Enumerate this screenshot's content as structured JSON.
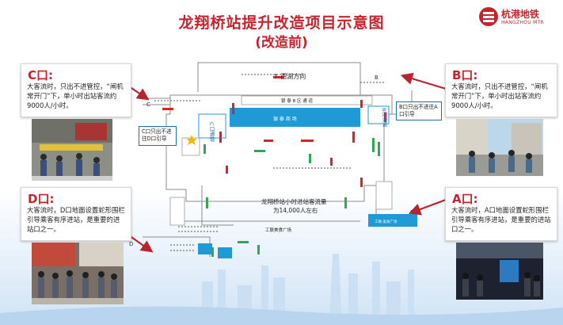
{
  "header": {
    "title": "龙翔桥站提升改造项目示意图",
    "subtitle": "(改造前)",
    "logo_text": "杭港地铁",
    "logo_sub": "HANGZHOU MTR"
  },
  "callouts": {
    "c": {
      "title": "C口:",
      "text": "大客流时，只出不进管控，“闸机常开门”下，单小时出站客流约9000人/小时。"
    },
    "b": {
      "title": "B口:",
      "text": "大客流时，只出不进管控，“闸机常开门”下，单小时出站客流约9000人/小时。"
    },
    "d": {
      "title": "D口:",
      "text": "大客流时，D口地面设置蛇形围栏引导乘客有序进站，是重要的进站口之一。"
    },
    "a": {
      "title": "A口:",
      "text": "大客流时，A口地面设置蛇形围栏引导乘客有序进站，是重要的进站口之一。"
    }
  },
  "map": {
    "direction": "↑ 西湖方向",
    "concourse": "银 泰 B 区 通 道",
    "hall": "银 泰 商 场",
    "channel_c": "C口通道",
    "channel_b": "B口通道",
    "flow_text": "龙翔桥站小时进站客流量为14,000人左右",
    "plaza": "工联美食广场",
    "c_note": "C口只出不进往D口引导",
    "b_note": "B口只出不进往A口引导",
    "exits": [
      "C",
      "B",
      "D",
      "A"
    ],
    "a_box": "工联·美食广场"
  },
  "colors": {
    "accent": "#c8232c",
    "hall": "#1f9ad6",
    "arrow": "#b8232c"
  }
}
